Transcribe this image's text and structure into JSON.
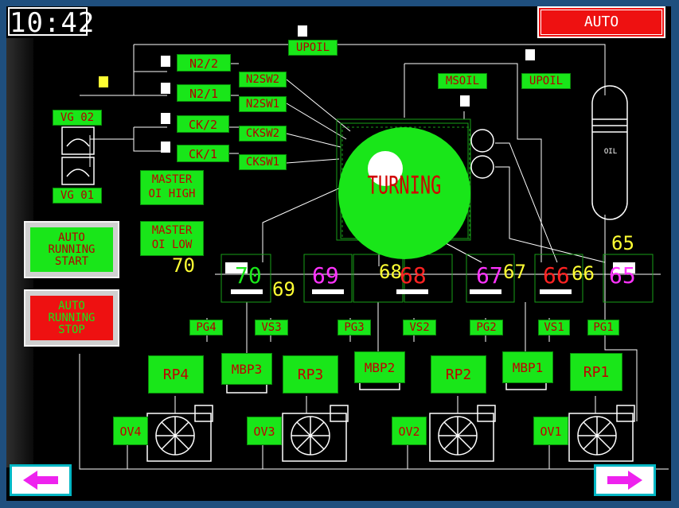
{
  "header": {
    "clock": "10:42",
    "mode_button": "AUTO"
  },
  "top_labels": {
    "upoil_top": "UPOIL",
    "msoil": "MSOIL",
    "upoil_right": "UPOIL"
  },
  "valve_labels": {
    "n2_2": "N2/2",
    "n2_1": "N2/1",
    "ck_2": "CK/2",
    "ck_1": "CK/1",
    "n2sw2": "N2SW2",
    "n2sw1": "N2SW1",
    "cksw2": "CKSW2",
    "cksw1": "CKSW1"
  },
  "gauges": {
    "vg02": "VG 02",
    "vg01": "VG 01"
  },
  "alarms": {
    "master_high": "MASTER\nOI HIGH",
    "master_low": "MASTER\nOI LOW"
  },
  "chamber": {
    "label": "TURNING",
    "tank_label": "OIL"
  },
  "buttons": {
    "auto_start": "AUTO\nRUNNING\nSTART",
    "auto_stop": "AUTO\nRUNNING\nSTOP"
  },
  "valve_numbers": [
    "70",
    "69",
    "68",
    "67",
    "66",
    "65"
  ],
  "valve_side_numbers": [
    "70",
    "69",
    "68",
    "67",
    "66",
    "65"
  ],
  "sensors": [
    "PG4",
    "VS3",
    "PG3",
    "VS2",
    "PG2",
    "VS1",
    "PG1"
  ],
  "pumps": {
    "rp": [
      "RP4",
      "RP3",
      "RP2",
      "RP1"
    ],
    "mbp": [
      "MBP3",
      "MBP2",
      "MBP1"
    ],
    "ov": [
      "OV4",
      "OV3",
      "OV2",
      "OV1"
    ]
  },
  "colors": {
    "green": "#19e619",
    "red": "#ee1111",
    "magenta": "#ff33ff",
    "yellow": "#ffff33",
    "line": "#ffffff"
  },
  "nav": {
    "prev": "arrow-left-icon",
    "next": "arrow-right-icon"
  }
}
